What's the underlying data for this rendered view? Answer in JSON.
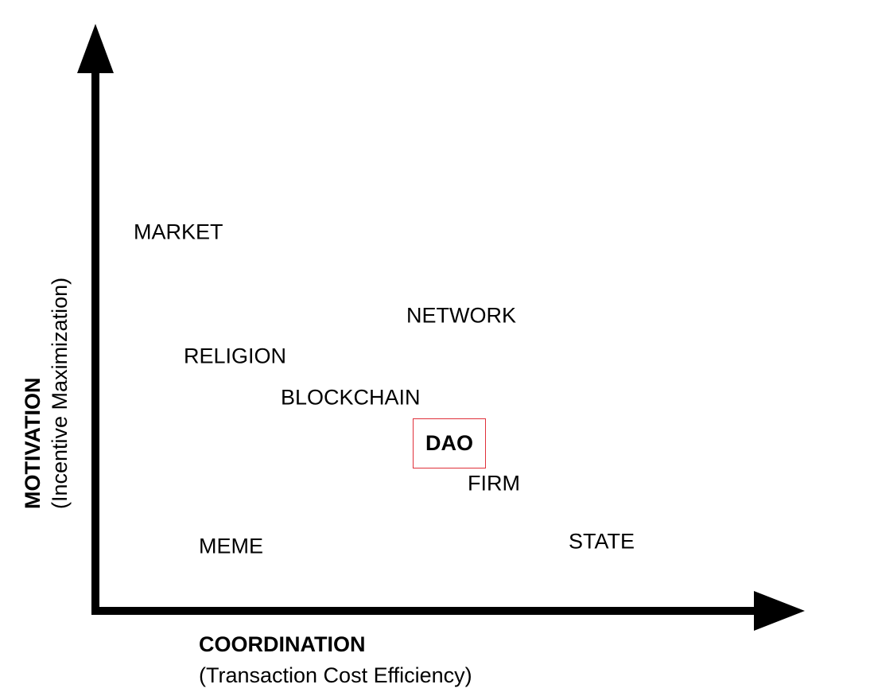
{
  "axes": {
    "x": {
      "title": "COORDINATION",
      "subtitle": "(Transaction Cost Efficiency)"
    },
    "y": {
      "title": "MOTIVATION",
      "subtitle": "(Incentive Maximization)"
    },
    "color": "#000000"
  },
  "nodes": {
    "market": "MARKET",
    "network": "NETWORK",
    "religion": "RELIGION",
    "blockchain": "BLOCKCHAIN",
    "dao": "DAO",
    "firm": "FIRM",
    "meme": "MEME",
    "state": "STATE"
  },
  "highlight_color": "#e0303a"
}
